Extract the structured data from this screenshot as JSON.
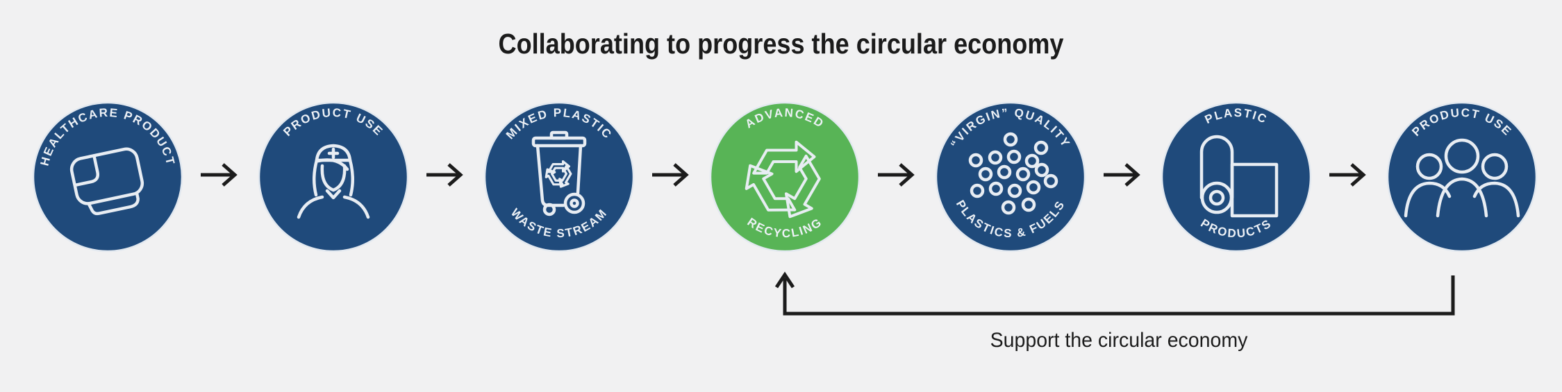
{
  "title": "Collaborating to progress the circular economy",
  "colors": {
    "background": "#f1f1f2",
    "navy_circle": "#1f4a7b",
    "green_circle": "#58b456",
    "line_art": "#e8edf3",
    "text_dark": "#1b1b1b"
  },
  "stages": [
    {
      "id": "healthcare-product",
      "label_top": "HEALTHCARE PRODUCT",
      "label_bottom": "",
      "icon": "wound-dressing-icon",
      "color": "navy"
    },
    {
      "id": "product-use-nurse",
      "label_top": "PRODUCT USE",
      "label_bottom": "",
      "icon": "nurse-icon",
      "color": "navy"
    },
    {
      "id": "mixed-plastic-waste-stream",
      "label_top": "MIXED PLASTIC",
      "label_bottom": "WASTE STREAM",
      "icon": "recycling-bin-icon",
      "color": "navy"
    },
    {
      "id": "advanced-recycling",
      "label_top": "ADVANCED",
      "label_bottom": "RECYCLING",
      "icon": "recycling-arrows-icon",
      "color": "green"
    },
    {
      "id": "virgin-quality-plastics-fuels",
      "label_top": "“VIRGIN” QUALITY",
      "label_bottom": "PLASTICS & FUELS",
      "icon": "plastic-pellets-icon",
      "color": "navy"
    },
    {
      "id": "plastic-products",
      "label_top": "PLASTIC",
      "label_bottom": "PRODUCTS",
      "icon": "film-roll-icon",
      "color": "navy"
    },
    {
      "id": "product-use-consumers",
      "label_top": "PRODUCT USE",
      "label_bottom": "",
      "icon": "people-group-icon",
      "color": "navy"
    }
  ],
  "flow_arrow_icon": "right-arrow-icon",
  "feedback_loop": {
    "label": "Support the circular economy",
    "arrow_icon": "up-arrow-elbow-icon"
  }
}
